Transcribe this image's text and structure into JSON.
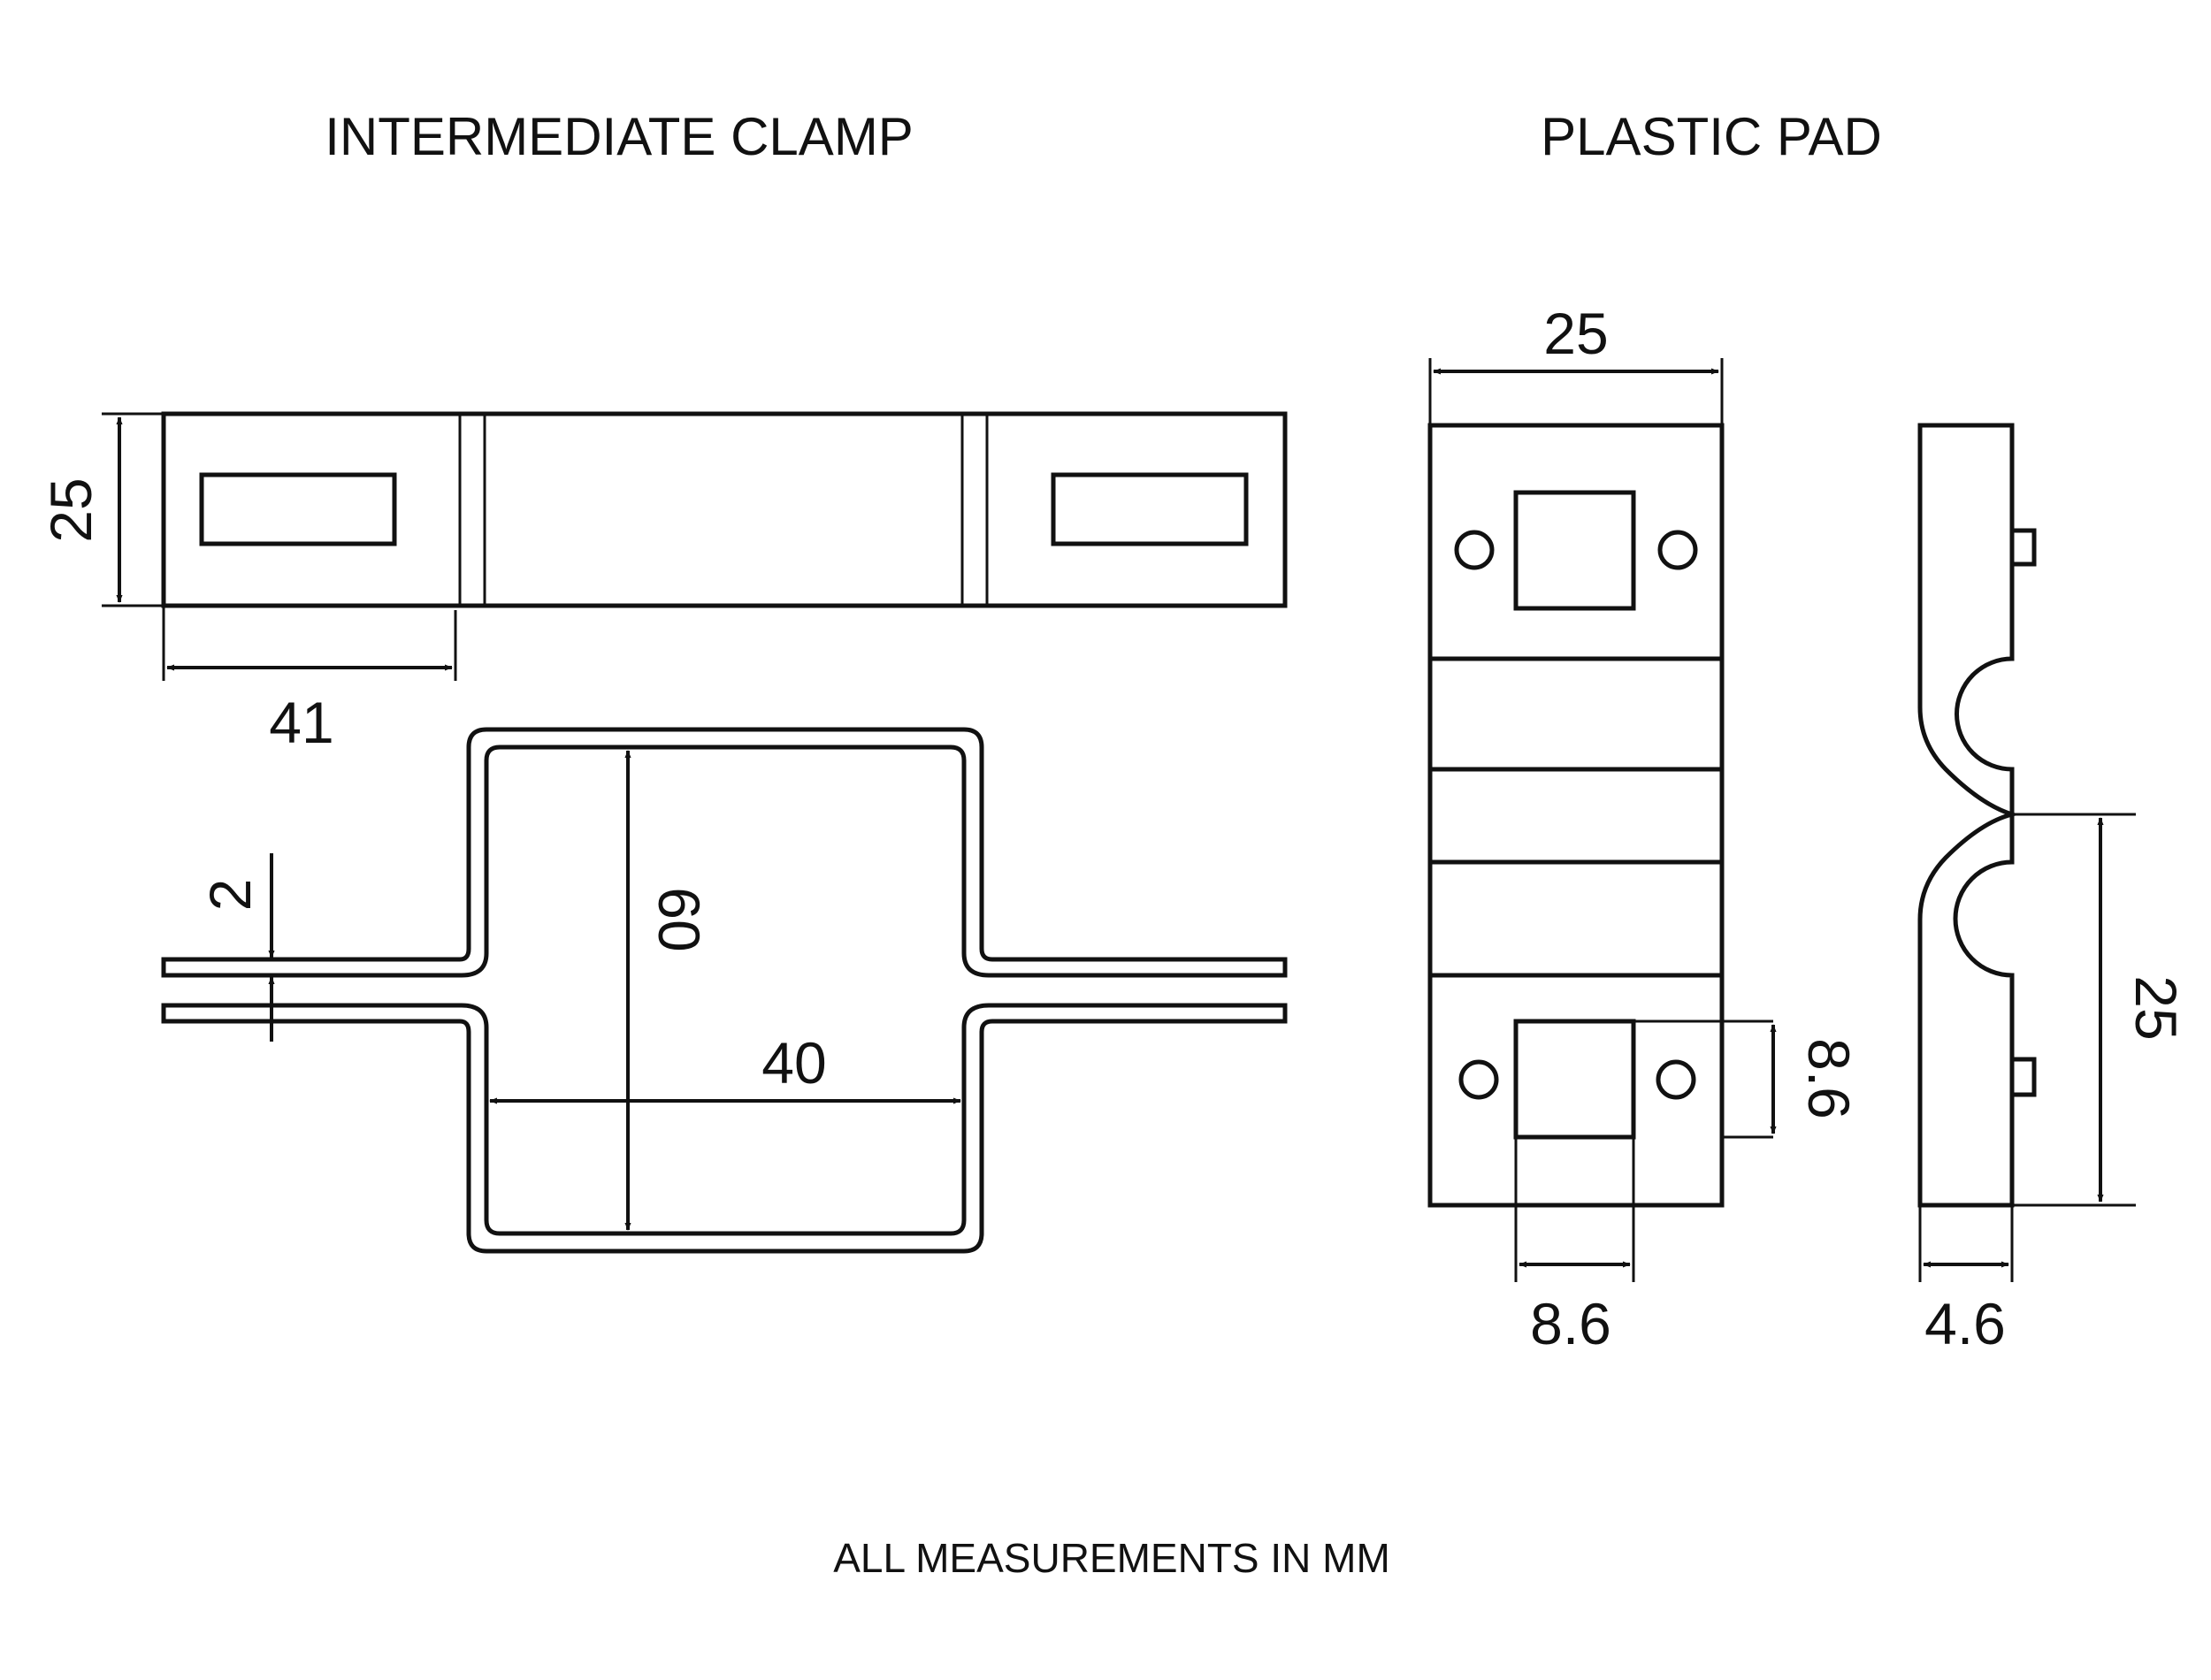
{
  "titles": {
    "clamp": "INTERMEDIATE CLAMP",
    "pad": "PLASTIC PAD"
  },
  "clamp_top_view": {
    "width_label": "25",
    "section_length_label": "41"
  },
  "clamp_side_view": {
    "thickness_label": "2",
    "height_label": "60",
    "width_label": "40"
  },
  "pad_front_view": {
    "width_label": "25",
    "slot_height_label": "8.6",
    "slot_width_label": "8.6"
  },
  "pad_side_view": {
    "spacing_label": "25",
    "thickness_label": "4.6"
  },
  "footer_note": "ALL MEASUREMENTS IN MM",
  "colors": {
    "line": "#111111",
    "background": "#ffffff"
  }
}
